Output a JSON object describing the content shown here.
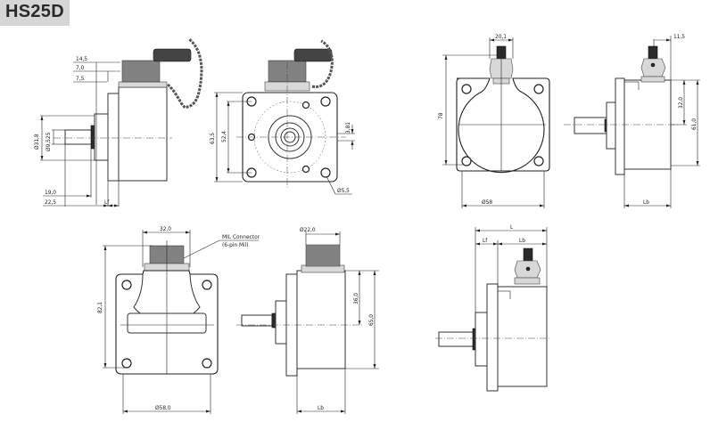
{
  "title": "HS25D",
  "drawings": {
    "side_view_chain": {
      "dims": {
        "d1": "14,5",
        "d2": "7,0",
        "d3": "7,5",
        "shaft_dia_outer": "Ø31,8",
        "shaft_dia_inner": "Ø9,525",
        "len_19": "19,0",
        "len_22": "22,5",
        "lf": "Lf"
      }
    },
    "front_view_chain": {
      "dims": {
        "h_outer": "63,5",
        "h_inner": "52,4",
        "offset": "3,81",
        "hole_dia": "Ø5,5"
      }
    },
    "front_view_gland": {
      "dims": {
        "gland_width": "20,1",
        "height": "78",
        "dia": "Ø58"
      }
    },
    "side_view_gland": {
      "dims": {
        "offset": "11,5",
        "h1": "32,0",
        "h2": "61,0",
        "lb": "Lb"
      }
    },
    "front_view_mil": {
      "dims": {
        "conn_width": "32,0",
        "height": "82,1",
        "dia": "Ø58,0"
      },
      "callout": {
        "line1": "MIL Connector",
        "line2": "(6-pin Mil)"
      }
    },
    "side_view_mil": {
      "dims": {
        "conn_dia": "Ø22,0",
        "h1": "36,0",
        "h2": "65,0",
        "lb": "Lb"
      }
    },
    "side_view_length": {
      "dims": {
        "l": "L",
        "lf": "Lf",
        "lb": "Lb"
      }
    }
  }
}
